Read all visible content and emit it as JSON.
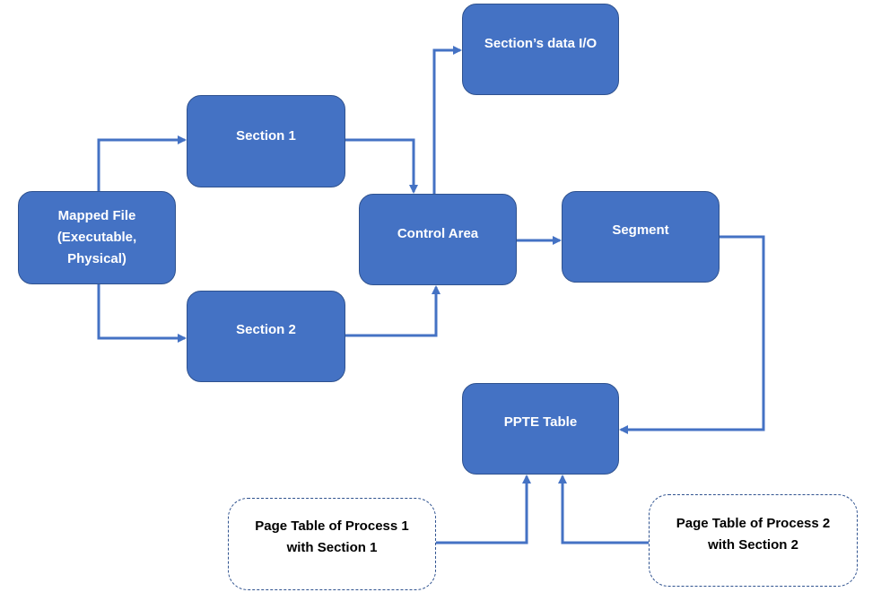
{
  "diagram": {
    "colors": {
      "node_fill": "#4472c4",
      "node_border": "#2f528f",
      "connector": "#4472c4",
      "node_text": "#ffffff",
      "dashed_text": "#000000"
    },
    "nodes": {
      "mapped_file": "Mapped File\n(Executable,\nPhysical)",
      "section_1": "Section 1",
      "section_2": "Section 2",
      "control_area": "Control Area",
      "section_data_io": "Section’s data I/O",
      "segment": "Segment",
      "ppte_table": "PPTE Table",
      "page_table_1": "Page Table of Process 1\nwith Section 1",
      "page_table_2": "Page Table of Process 2\nwith Section 2"
    },
    "edges": [
      {
        "from": "mapped_file",
        "to": "section_1"
      },
      {
        "from": "mapped_file",
        "to": "section_2"
      },
      {
        "from": "section_1",
        "to": "control_area"
      },
      {
        "from": "section_2",
        "to": "control_area"
      },
      {
        "from": "control_area",
        "to": "section_data_io"
      },
      {
        "from": "control_area",
        "to": "segment"
      },
      {
        "from": "segment",
        "to": "ppte_table"
      },
      {
        "from": "page_table_1",
        "to": "ppte_table"
      },
      {
        "from": "page_table_2",
        "to": "ppte_table"
      }
    ]
  }
}
